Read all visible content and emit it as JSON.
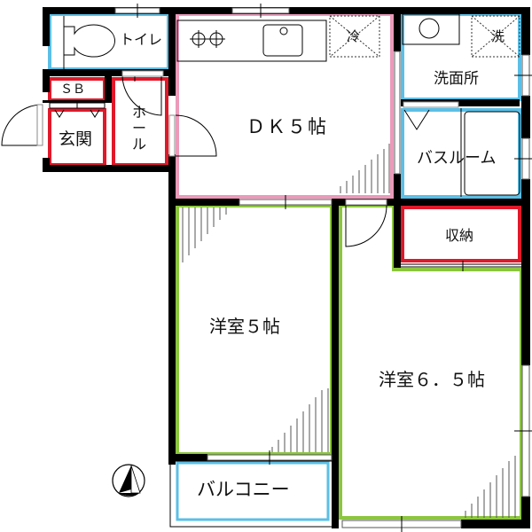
{
  "floor_plan": {
    "colors": {
      "wall": "#000000",
      "wet_area": "#5bbfe6",
      "storage_entry": "#e0192a",
      "kitchen": "#eb9ab9",
      "bedroom": "#8cc63f"
    },
    "rooms": [
      {
        "id": "toilet",
        "label": "トイレ"
      },
      {
        "id": "shoe-box",
        "label": "ＳＢ"
      },
      {
        "id": "entrance",
        "label": "玄関"
      },
      {
        "id": "hall",
        "label": "ホール"
      },
      {
        "id": "dining-kitchen",
        "label": "ＤＫ５帖"
      },
      {
        "id": "washroom",
        "label": "洗面所"
      },
      {
        "id": "bathroom",
        "label": "バスルーム"
      },
      {
        "id": "closet",
        "label": "収納"
      },
      {
        "id": "western-room-5",
        "label": "洋室５帖"
      },
      {
        "id": "western-room-6-5",
        "label": "洋室６．５帖"
      },
      {
        "id": "balcony",
        "label": "バルコニー"
      }
    ],
    "fixtures": {
      "fridge": "冷",
      "washer": "洗"
    },
    "compass": {
      "icon": "north-arrow-icon"
    }
  }
}
